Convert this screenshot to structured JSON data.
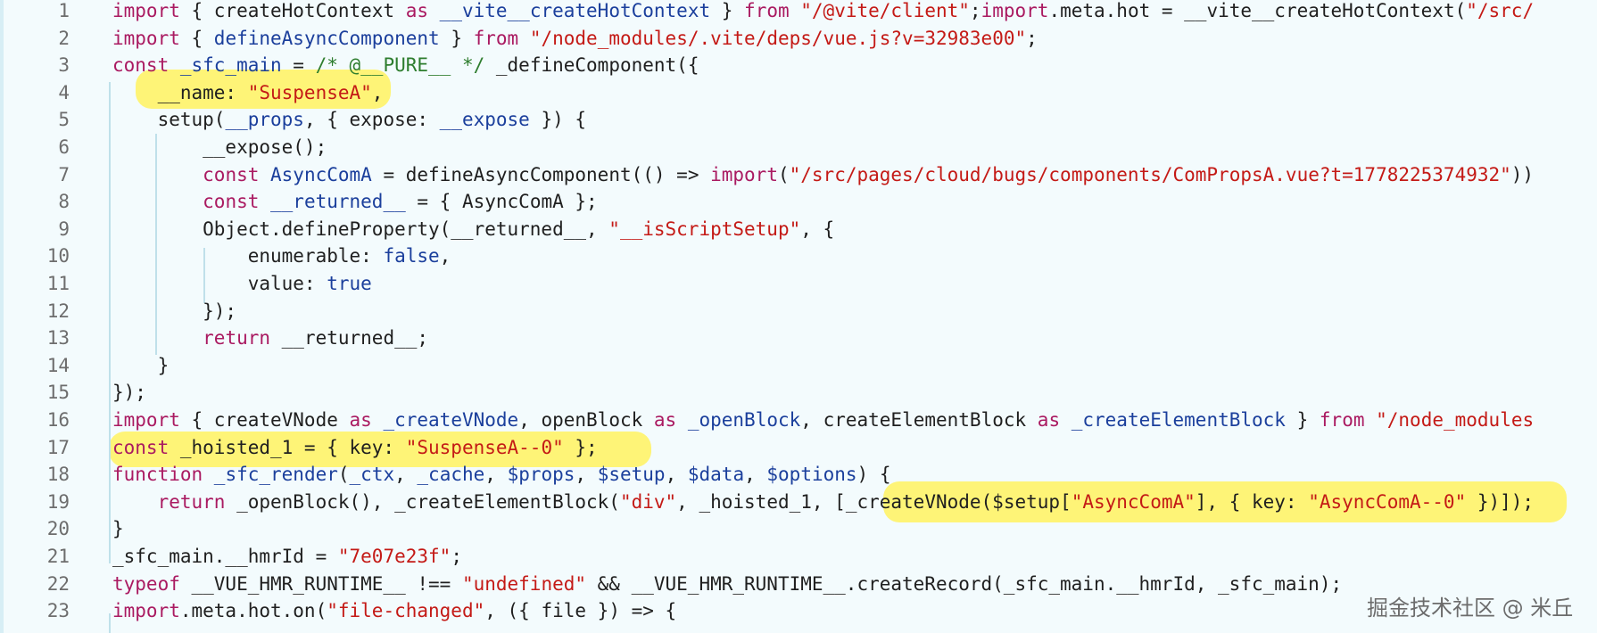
{
  "lines": [
    {
      "n": "1",
      "tokens": [
        {
          "t": "import",
          "c": "kw"
        },
        {
          "t": " { createHotContext ",
          "c": "plain"
        },
        {
          "t": "as",
          "c": "kw"
        },
        {
          "t": " __vite__createHotContext",
          "c": "ident"
        },
        {
          "t": " } ",
          "c": "plain"
        },
        {
          "t": "from",
          "c": "kw"
        },
        {
          "t": " \"/@vite/client\"",
          "c": "str"
        },
        {
          "t": ";",
          "c": "plain"
        },
        {
          "t": "import",
          "c": "kw"
        },
        {
          "t": ".meta.hot = __vite__createHotContext(",
          "c": "plain"
        },
        {
          "t": "\"/src/",
          "c": "str"
        }
      ]
    },
    {
      "n": "2",
      "tokens": [
        {
          "t": "import",
          "c": "kw"
        },
        {
          "t": " { ",
          "c": "plain"
        },
        {
          "t": "defineAsyncComponent",
          "c": "ident"
        },
        {
          "t": " } ",
          "c": "plain"
        },
        {
          "t": "from",
          "c": "kw"
        },
        {
          "t": " \"/node_modules/.vite/deps/vue.js?v=32983e00\"",
          "c": "str"
        },
        {
          "t": ";",
          "c": "plain"
        }
      ]
    },
    {
      "n": "3",
      "tokens": [
        {
          "t": "const",
          "c": "kw"
        },
        {
          "t": " _sfc_main",
          "c": "ident"
        },
        {
          "t": " = ",
          "c": "plain"
        },
        {
          "t": "/* @__PURE__ */",
          "c": "cmt"
        },
        {
          "t": " _defineComponent({",
          "c": "plain"
        }
      ]
    },
    {
      "n": "4",
      "tokens": [
        {
          "t": "    __name: ",
          "c": "plain"
        },
        {
          "t": "\"SuspenseA\"",
          "c": "str"
        },
        {
          "t": ",",
          "c": "plain"
        }
      ]
    },
    {
      "n": "5",
      "tokens": [
        {
          "t": "    setup(",
          "c": "plain"
        },
        {
          "t": "__props",
          "c": "ident"
        },
        {
          "t": ", { expose: ",
          "c": "plain"
        },
        {
          "t": "__expose",
          "c": "ident"
        },
        {
          "t": " }) {",
          "c": "plain"
        }
      ]
    },
    {
      "n": "6",
      "tokens": [
        {
          "t": "        __expose();",
          "c": "plain"
        }
      ]
    },
    {
      "n": "7",
      "tokens": [
        {
          "t": "        ",
          "c": "plain"
        },
        {
          "t": "const",
          "c": "kw"
        },
        {
          "t": " AsyncComA",
          "c": "ident"
        },
        {
          "t": " = defineAsyncComponent(() => ",
          "c": "plain"
        },
        {
          "t": "import",
          "c": "kw"
        },
        {
          "t": "(",
          "c": "plain"
        },
        {
          "t": "\"/src/pages/cloud/bugs/components/ComPropsA.vue?t=1778225374932\"",
          "c": "str"
        },
        {
          "t": "))",
          "c": "plain"
        }
      ]
    },
    {
      "n": "8",
      "tokens": [
        {
          "t": "        ",
          "c": "plain"
        },
        {
          "t": "const",
          "c": "kw"
        },
        {
          "t": " __returned__",
          "c": "ident"
        },
        {
          "t": " = { AsyncComA };",
          "c": "plain"
        }
      ]
    },
    {
      "n": "9",
      "tokens": [
        {
          "t": "        Object.defineProperty(__returned__, ",
          "c": "plain"
        },
        {
          "t": "\"__isScriptSetup\"",
          "c": "str"
        },
        {
          "t": ", {",
          "c": "plain"
        }
      ]
    },
    {
      "n": "10",
      "tokens": [
        {
          "t": "            enumerable: ",
          "c": "plain"
        },
        {
          "t": "false",
          "c": "kw2"
        },
        {
          "t": ",",
          "c": "plain"
        }
      ]
    },
    {
      "n": "11",
      "tokens": [
        {
          "t": "            value: ",
          "c": "plain"
        },
        {
          "t": "true",
          "c": "kw2"
        }
      ]
    },
    {
      "n": "12",
      "tokens": [
        {
          "t": "        });",
          "c": "plain"
        }
      ]
    },
    {
      "n": "13",
      "tokens": [
        {
          "t": "        ",
          "c": "plain"
        },
        {
          "t": "return",
          "c": "kw"
        },
        {
          "t": " __returned__;",
          "c": "plain"
        }
      ]
    },
    {
      "n": "14",
      "tokens": [
        {
          "t": "    }",
          "c": "plain"
        }
      ]
    },
    {
      "n": "15",
      "tokens": [
        {
          "t": "});",
          "c": "plain"
        }
      ]
    },
    {
      "n": "16",
      "tokens": [
        {
          "t": "import",
          "c": "kw"
        },
        {
          "t": " { createVNode ",
          "c": "plain"
        },
        {
          "t": "as",
          "c": "kw"
        },
        {
          "t": " _createVNode",
          "c": "ident"
        },
        {
          "t": ", openBlock ",
          "c": "plain"
        },
        {
          "t": "as",
          "c": "kw"
        },
        {
          "t": " _openBlock",
          "c": "ident"
        },
        {
          "t": ", createElementBlock ",
          "c": "plain"
        },
        {
          "t": "as",
          "c": "kw"
        },
        {
          "t": " _createElementBlock",
          "c": "ident"
        },
        {
          "t": " } ",
          "c": "plain"
        },
        {
          "t": "from",
          "c": "kw"
        },
        {
          "t": " \"/node_modules",
          "c": "str"
        }
      ]
    },
    {
      "n": "17",
      "tokens": [
        {
          "t": "const",
          "c": "kw"
        },
        {
          "t": " _hoisted_1 = { key: ",
          "c": "plain"
        },
        {
          "t": "\"SuspenseA--0\"",
          "c": "str"
        },
        {
          "t": " };",
          "c": "plain"
        }
      ]
    },
    {
      "n": "18",
      "tokens": [
        {
          "t": "function",
          "c": "kw"
        },
        {
          "t": " _sfc_render",
          "c": "ident"
        },
        {
          "t": "(",
          "c": "plain"
        },
        {
          "t": "_ctx",
          "c": "ident"
        },
        {
          "t": ", ",
          "c": "plain"
        },
        {
          "t": "_cache",
          "c": "ident"
        },
        {
          "t": ", ",
          "c": "plain"
        },
        {
          "t": "$props",
          "c": "ident"
        },
        {
          "t": ", ",
          "c": "plain"
        },
        {
          "t": "$setup",
          "c": "ident"
        },
        {
          "t": ", ",
          "c": "plain"
        },
        {
          "t": "$data",
          "c": "ident"
        },
        {
          "t": ", ",
          "c": "plain"
        },
        {
          "t": "$options",
          "c": "ident"
        },
        {
          "t": ") {",
          "c": "plain"
        }
      ]
    },
    {
      "n": "19",
      "tokens": [
        {
          "t": "    ",
          "c": "plain"
        },
        {
          "t": "return",
          "c": "kw"
        },
        {
          "t": " _openBlock(), _createElementBlock(",
          "c": "plain"
        },
        {
          "t": "\"div\"",
          "c": "str"
        },
        {
          "t": ", _hoisted_1, [_createVNode($setup[",
          "c": "plain"
        },
        {
          "t": "\"AsyncComA\"",
          "c": "str"
        },
        {
          "t": "], { key: ",
          "c": "plain"
        },
        {
          "t": "\"AsyncComA--0\"",
          "c": "str"
        },
        {
          "t": " })]);",
          "c": "plain"
        }
      ]
    },
    {
      "n": "20",
      "tokens": [
        {
          "t": "}",
          "c": "plain"
        }
      ]
    },
    {
      "n": "21",
      "tokens": [
        {
          "t": "_sfc_main.__hmrId = ",
          "c": "plain"
        },
        {
          "t": "\"7e07e23f\"",
          "c": "str"
        },
        {
          "t": ";",
          "c": "plain"
        }
      ]
    },
    {
      "n": "22",
      "tokens": [
        {
          "t": "typeof",
          "c": "kw"
        },
        {
          "t": " __VUE_HMR_RUNTIME__ !== ",
          "c": "plain"
        },
        {
          "t": "\"undefined\"",
          "c": "str"
        },
        {
          "t": " && __VUE_HMR_RUNTIME__.createRecord(_sfc_main.__hmrId, _sfc_main);",
          "c": "plain"
        }
      ]
    },
    {
      "n": "23",
      "tokens": [
        {
          "t": "import",
          "c": "kw"
        },
        {
          "t": ".meta.hot.on(",
          "c": "plain"
        },
        {
          "t": "\"file-changed\"",
          "c": "str"
        },
        {
          "t": ", ({ file }) => {",
          "c": "plain"
        }
      ]
    }
  ],
  "watermark": "掘金技术社区 @ 米丘",
  "colors": {
    "background": "#f3fbfd",
    "keyword": "#aa1a61",
    "string": "#c41a16",
    "comment": "#2e7d2e",
    "identifier": "#1b3f9c",
    "highlight": "#fff36b"
  }
}
